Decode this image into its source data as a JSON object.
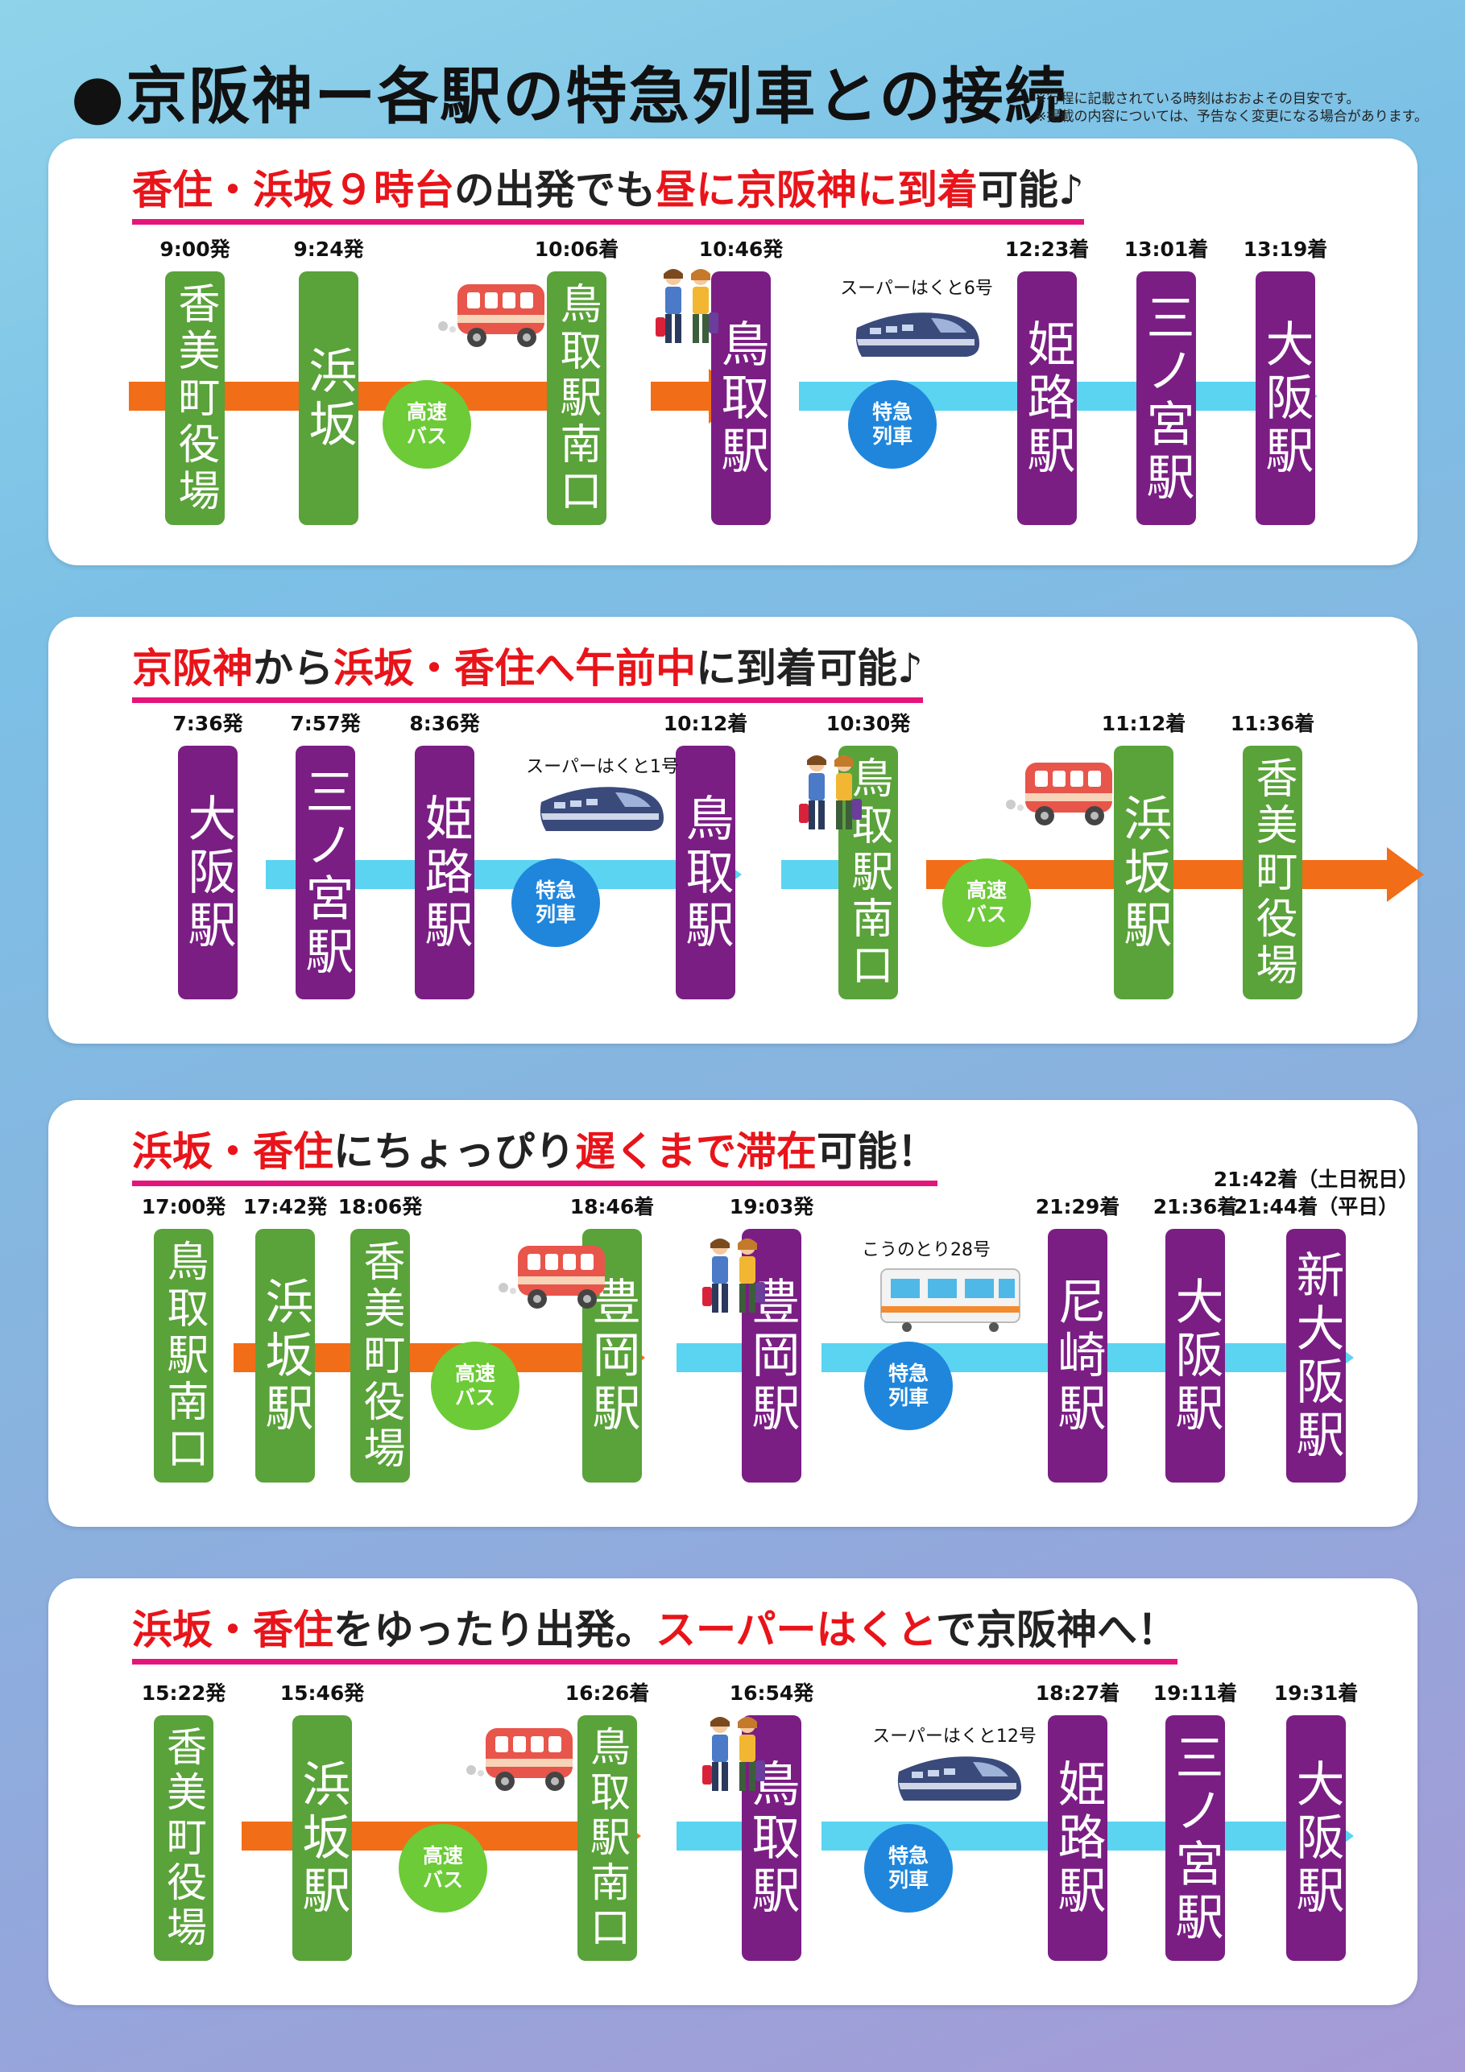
{
  "title": "●京阪神ー各駅の特急列車との接続",
  "notes": [
    "※行程に記載されている時刻はおおよその目安です。",
    "※掲載の内容については、予告なく変更になる場合があります。"
  ],
  "mode_labels": {
    "bus": [
      "高速",
      "バス"
    ],
    "train": [
      "特急",
      "列車"
    ]
  },
  "panels": [
    {
      "headline": [
        {
          "text": "香住・浜坂９時台",
          "red": true
        },
        {
          "text": "の出発でも",
          "red": false
        },
        {
          "text": "昼に京阪神に到着",
          "red": true
        },
        {
          "text": "可能♪",
          "red": false
        }
      ],
      "stations": [
        {
          "name": "香美町役場",
          "time": "9:00発",
          "color": "green"
        },
        {
          "name": "浜坂",
          "time": "9:24発",
          "color": "green"
        },
        {
          "name": "鳥取駅南口",
          "time": "10:06着",
          "color": "green"
        },
        {
          "name": "鳥取駅",
          "time": "10:46発",
          "color": "purple"
        },
        {
          "name": "姫路駅",
          "time": "12:23着",
          "color": "purple"
        },
        {
          "name": "三ノ宮駅",
          "time": "13:01着",
          "color": "purple"
        },
        {
          "name": "大阪駅",
          "time": "13:19着",
          "color": "purple"
        }
      ],
      "train_name": "スーパーはくと6号"
    },
    {
      "headline": [
        {
          "text": "京阪神",
          "red": true
        },
        {
          "text": "から",
          "red": false
        },
        {
          "text": "浜坂・香住へ午前中",
          "red": true
        },
        {
          "text": "に到着可能♪",
          "red": false
        }
      ],
      "stations": [
        {
          "name": "大阪駅",
          "time": "7:36発",
          "color": "purple"
        },
        {
          "name": "三ノ宮駅",
          "time": "7:57発",
          "color": "purple"
        },
        {
          "name": "姫路駅",
          "time": "8:36発",
          "color": "purple"
        },
        {
          "name": "鳥取駅",
          "time": "10:12着",
          "color": "purple"
        },
        {
          "name": "鳥取駅南口",
          "time": "10:30発",
          "color": "green"
        },
        {
          "name": "浜坂駅",
          "time": "11:12着",
          "color": "green"
        },
        {
          "name": "香美町役場",
          "time": "11:36着",
          "color": "green"
        }
      ],
      "train_name": "スーパーはくと1号"
    },
    {
      "headline": [
        {
          "text": "浜坂・香住",
          "red": true
        },
        {
          "text": "にちょっぴり",
          "red": false
        },
        {
          "text": "遅くまで滞在",
          "red": true
        },
        {
          "text": "可能！",
          "red": false
        }
      ],
      "stations": [
        {
          "name": "鳥取駅南口",
          "time": "17:00発",
          "color": "green"
        },
        {
          "name": "浜坂駅",
          "time": "17:42発",
          "color": "green"
        },
        {
          "name": "香美町役場",
          "time": "18:06発",
          "color": "green"
        },
        {
          "name": "豊岡駅",
          "time": "18:46着",
          "color": "green"
        },
        {
          "name": "豊岡駅",
          "time": "19:03発",
          "color": "purple"
        },
        {
          "name": "尼崎駅",
          "time": "21:29着",
          "color": "purple"
        },
        {
          "name": "大阪駅",
          "time": "21:36着",
          "color": "purple"
        },
        {
          "name": "新大阪駅",
          "time": "21:42着（土日祝日）\n21:44着（平日）",
          "color": "purple"
        }
      ],
      "train_name": "こうのとり28号"
    },
    {
      "headline": [
        {
          "text": "浜坂・香住",
          "red": true
        },
        {
          "text": "をゆったり出発。",
          "red": false
        },
        {
          "text": "スーパーはくと",
          "red": true
        },
        {
          "text": "で京阪神へ！",
          "red": false
        }
      ],
      "stations": [
        {
          "name": "香美町役場",
          "time": "15:22発",
          "color": "green"
        },
        {
          "name": "浜坂駅",
          "time": "15:46発",
          "color": "green"
        },
        {
          "name": "鳥取駅南口",
          "time": "16:26着",
          "color": "green"
        },
        {
          "name": "鳥取駅",
          "time": "16:54発",
          "color": "purple"
        },
        {
          "name": "姫路駅",
          "time": "18:27着",
          "color": "purple"
        },
        {
          "name": "三ノ宮駅",
          "time": "19:11着",
          "color": "purple"
        },
        {
          "name": "大阪駅",
          "time": "19:31着",
          "color": "purple"
        }
      ],
      "train_name": "スーパーはくと12号"
    }
  ]
}
